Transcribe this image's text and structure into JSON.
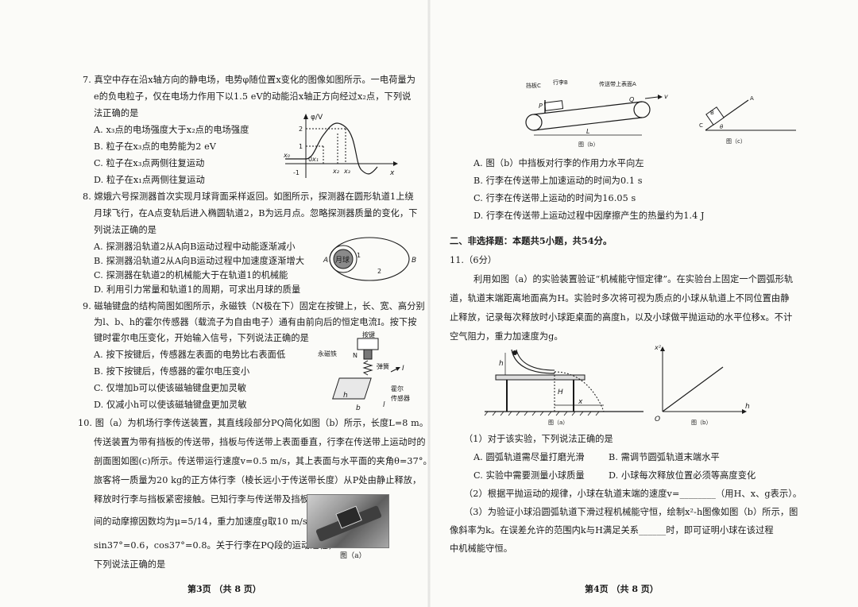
{
  "left_page": {
    "q7": {
      "stem": [
        "7. 真空中存在沿x轴方向的静电场，电势φ随位置x变化的图像如图所示。一电荷量为",
        "e的负电粒子，仅在电场力作用下以1.5 eV的动能沿x轴正方向经过x₂点，下列说",
        "法正确的是"
      ],
      "options": [
        "A. x₃点的电场强度大于x₂点的电场强度",
        "B. 粒子在x₃点的电势能为2 eV",
        "C. 粒子在x₃点两侧往复运动",
        "D. 粒子在x₁点两侧往复运动"
      ],
      "graph": {
        "ylabel": "φ/V",
        "xlabel": "x",
        "y2": "2",
        "y1": "1",
        "origin": "0",
        "yneg": "-1",
        "x0": "x₀",
        "x1": "x₁",
        "x2": "x₂",
        "x3": "x₃"
      }
    },
    "q8": {
      "stem": [
        "8. 嫦娥六号探测器首次实现月球背面采样返回。如图所示，探测器在圆形轨道1上绕",
        "月球飞行，在A点变轨后进入椭圆轨道2，B为远月点。忽略探测器质量的变化，下",
        "列说法正确的是"
      ],
      "options": [
        "A. 探测器沿轨道2从A向B运动过程中动能逐渐减小",
        "B. 探测器沿轨道2从A向B运动过程中加速度逐渐增大",
        "C. 探测器在轨道2的机械能大于在轨道1的机械能",
        "D. 利用引力常量和轨道1的周期，可求出月球的质量"
      ],
      "figure": {
        "moon": "月球",
        "a": "A",
        "b": "B",
        "orbit1": "1",
        "orbit2": "2"
      }
    },
    "q9": {
      "stem": [
        "9. 磁轴键盘的结构简图如图所示，永磁铁（N极在下）固定在按键上，长、宽、高分别",
        "为l、b、h的霍尔传感器（载流子为自由电子）通有由前向后的恒定电流I。按下按",
        "键时霍尔电压变化，开始输入信号，下列说法正确的是"
      ],
      "options": [
        "A. 按下按键后，传感器左表面的电势比右表面低",
        "B. 按下按键后，传感器的霍尔电压变小",
        "C. 仅增加b可以使该磁轴键盘更加灵敏",
        "D. 仅减小h可以使该磁轴键盘更加灵敏"
      ],
      "figure": {
        "key": "按键",
        "magnet": "永磁铁",
        "n": "N",
        "spring": "弹簧",
        "i": "I",
        "h": "h",
        "b": "b",
        "l": "l",
        "sensor1": "霍尔",
        "sensor2": "传感器"
      }
    },
    "q10": {
      "stem": [
        "10. 图（a）为机场行李传送装置，其直线段部分PQ简化如图（b）所示，长度L=8 m。",
        "传送装置为带有挡板的传送带，挡板与传送带上表面垂直，行李在传送带上运动时的",
        "剖面图如图(c)所示。传送带运行速度v=0.5 m/s，其上表面与水平面的夹角θ=37°。",
        "旅客将一质量为20 kg的正方体行李（棱长远小于传送带长度）从P处由静止释放，",
        "释放时行李与挡板紧密接触。已知行李与传送带及挡板",
        "间的动摩擦因数均为μ=5/14，重力加速度g取10 m/s²，",
        "sin37°=0.6，cos37°=0.8。关于行李在PQ段的运动过程，",
        "下列说法正确的是"
      ],
      "photo_caption": "图（a）"
    },
    "footer": "第3页 （共 8 页）"
  },
  "right_page": {
    "q10_figures": {
      "baffle": "挡板C",
      "luggage": "行李B",
      "belt_surface": "传送带上表面A",
      "p": "P",
      "q": "Q",
      "v": "v",
      "L": "L",
      "fig_b": "图（b）",
      "fig_c": "图（c）",
      "c_a": "A",
      "c_b": "B",
      "c_c": "C",
      "c_theta": "θ"
    },
    "q10_options": [
      "A. 图（b）中挡板对行李的作用力水平向左",
      "B. 行李在传送带上加速运动的时间为0.1 s",
      "C. 行李在传送带上运动的时间为16.05 s",
      "D. 行李在传送带上运动过程中因摩擦产生的热量约为1.4 J"
    ],
    "section_title": "二、非选择题：本题共5小题，共54分。",
    "q11": {
      "heading": "11.（6分）",
      "stem": [
        "利用如图（a）的实验装置验证“机械能守恒定律”。在实验台上固定一个圆弧形轨",
        "道，轨道末端距离地面高为H。实验时多次将可视为质点的小球从轨道上不同位置由静",
        "止释放，记录每次释放时小球距桌面的高度h，以及小球做平抛运动的水平位移x。不计",
        "空气阻力，重力加速度为g。"
      ],
      "fig_a": {
        "h": "h",
        "H": "H",
        "x": "x",
        "caption": "图（a）"
      },
      "fig_b": {
        "ylabel": "x²",
        "xlabel": "h",
        "origin": "O",
        "caption": "图（b）"
      },
      "sub1": "（1）对于该实验，下列说法正确的是",
      "opts1": [
        "A. 圆弧轨道需尽量打磨光滑",
        "B. 需调节圆弧轨道末端水平",
        "C. 实验中需要测量小球质量",
        "D. 小球每次释放位置必须等高度变化"
      ],
      "sub2": "（2）根据平抛运动的规律，小球在轨道末端的速度v=________（用H、x、g表示）。",
      "sub3": [
        "（3）为验证小球沿圆弧轨道下滑过程机械能守恒，绘制x²-h图像如图（b）所示，图",
        "像斜率为k。在误差允许的范围内k与H满足关系______时，即可证明小球在该过程",
        "中机械能守恒。"
      ]
    },
    "footer": "第4页 （共 8 页）"
  }
}
